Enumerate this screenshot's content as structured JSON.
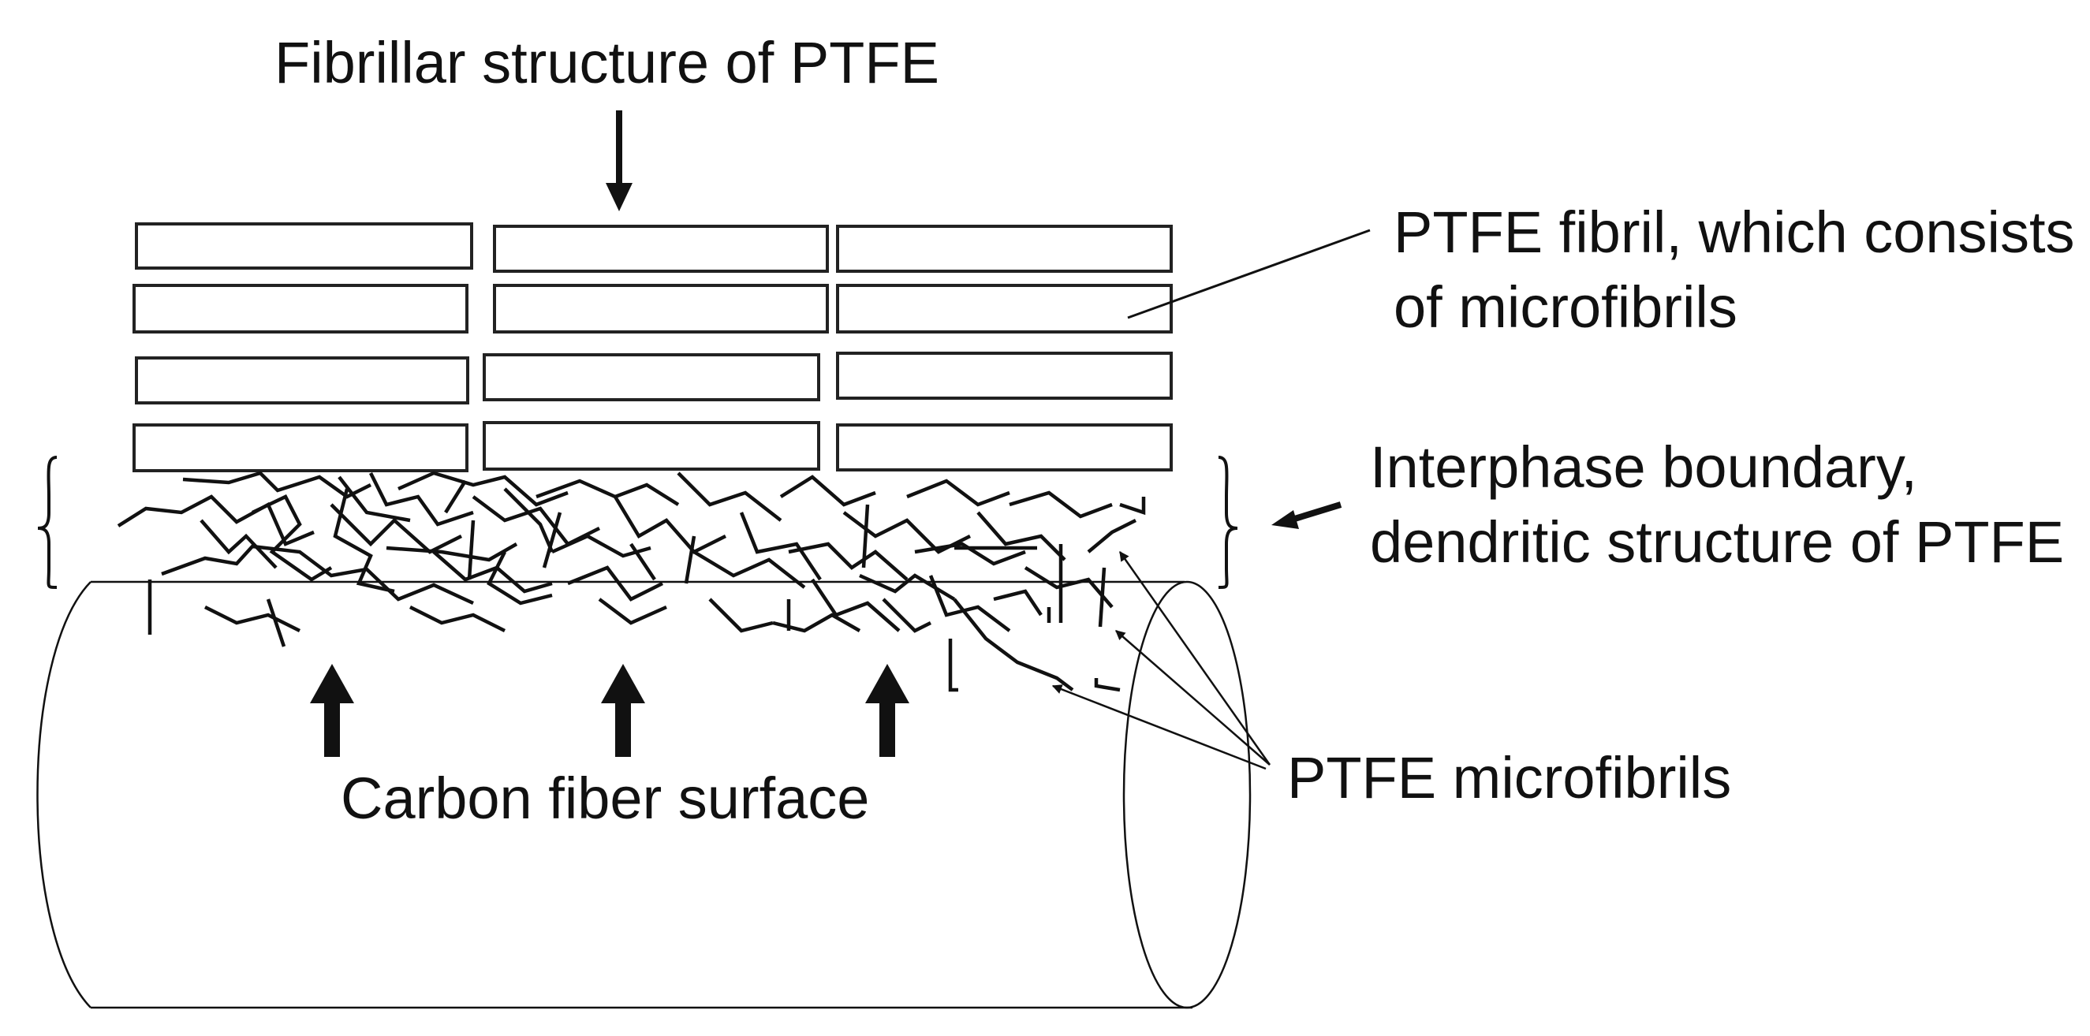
{
  "labels": {
    "top": "Fibrillar structure of PTFE",
    "fibril_line1": "PTFE fibril, which consists",
    "fibril_line2": "of microfibrils",
    "interphase_line1": "Interphase boundary,",
    "interphase_line2": "dendritic structure of PTFE",
    "surface": "Carbon fiber surface",
    "microfibrils": "PTFE microfibrils"
  },
  "colors": {
    "ink": "#111111",
    "background": "#ffffff"
  }
}
